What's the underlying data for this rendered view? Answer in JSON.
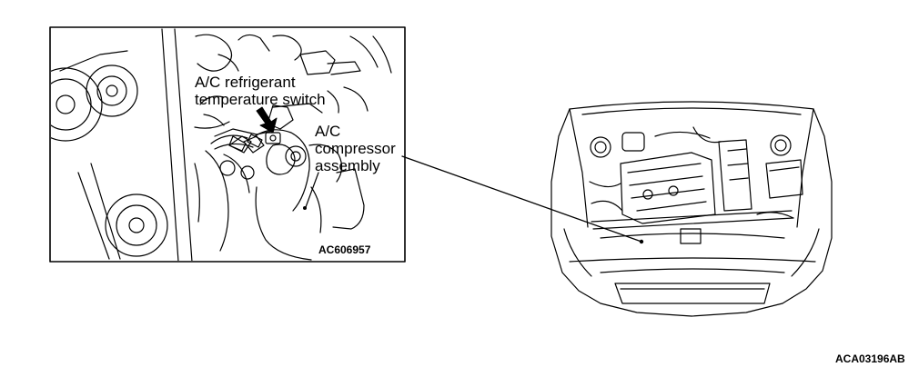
{
  "detail_view": {
    "callout_switch_line1": "A/C refrigerant",
    "callout_switch_line2": "temperature switch",
    "callout_compressor_line1": "A/C",
    "callout_compressor_line2": "compressor",
    "callout_compressor_line3": "assembly",
    "figure_code": "AC606957"
  },
  "overall_figure_code": "ACA03196AB"
}
